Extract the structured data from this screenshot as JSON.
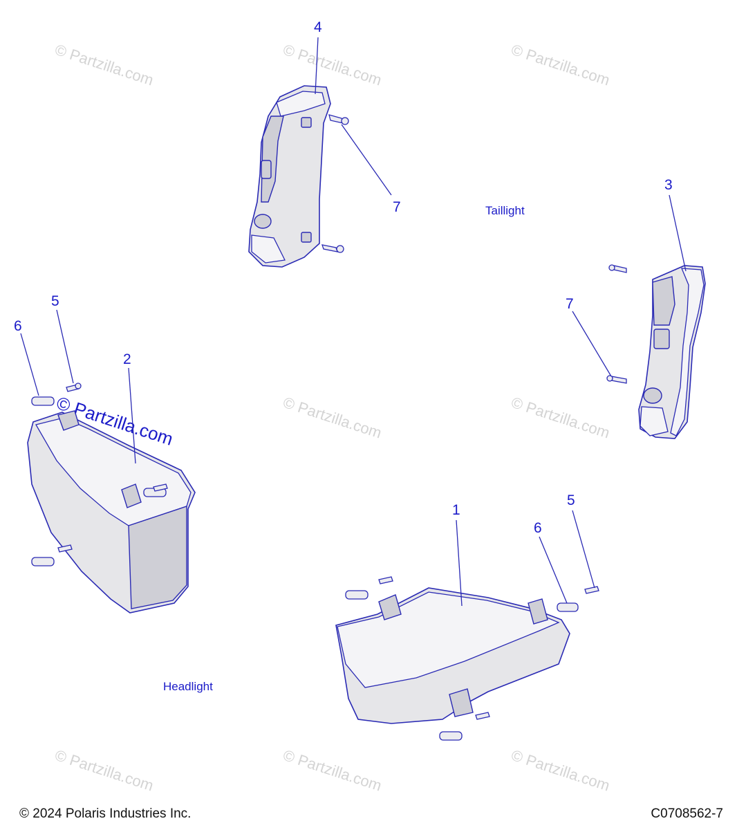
{
  "watermark": {
    "text": "© Partzilla.com",
    "featured_text": "© Partzilla.com"
  },
  "sections": {
    "taillight": "Taillight",
    "headlight": "Headlight"
  },
  "callouts": [
    {
      "id": "c4",
      "label": "4"
    },
    {
      "id": "c7a",
      "label": "7"
    },
    {
      "id": "c3",
      "label": "3"
    },
    {
      "id": "c7b",
      "label": "7"
    },
    {
      "id": "c5a",
      "label": "5"
    },
    {
      "id": "c6a",
      "label": "6"
    },
    {
      "id": "c2",
      "label": "2"
    },
    {
      "id": "c1",
      "label": "1"
    },
    {
      "id": "c6b",
      "label": "6"
    },
    {
      "id": "c5b",
      "label": "5"
    }
  ],
  "footer": {
    "copyright": "© 2024 Polaris Industries Inc.",
    "diagram_code": "C0708562-7"
  },
  "colors": {
    "line": "#2a2ab4",
    "text": "#1a1ac8",
    "part_fill": "#e6e6e9",
    "watermark": "#d4d4d4"
  }
}
